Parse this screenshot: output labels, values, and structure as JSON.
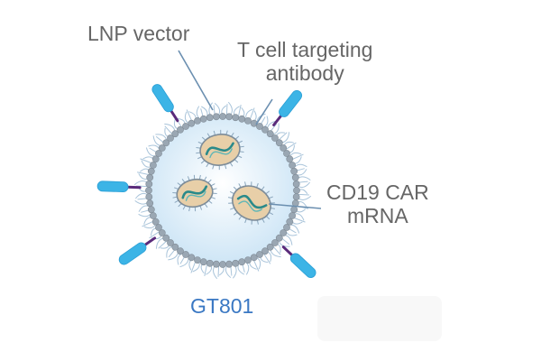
{
  "labels": {
    "lnp_vector": "LNP vector",
    "tcell_line1": "T cell targeting",
    "tcell_line2": "antibody",
    "cd19_line1": "CD19 CAR",
    "cd19_line2": "mRNA",
    "product": "GT801"
  },
  "colors": {
    "label_text": "#666666",
    "product_text": "#3a78c3",
    "particle_fill": "#cfe6f6",
    "membrane_bead": "#9aa7b3",
    "antibody_head": "#3cb4e6",
    "antibody_stalk": "#5a2a7a",
    "mrna_capsule": "#e8cfa8",
    "mrna_strand": "#2a8a8a"
  },
  "icons": {
    "particle": "lipid-nanoparticle-icon",
    "antibody": "antibody-icon",
    "mrna_capsule": "mrna-capsule-icon"
  }
}
